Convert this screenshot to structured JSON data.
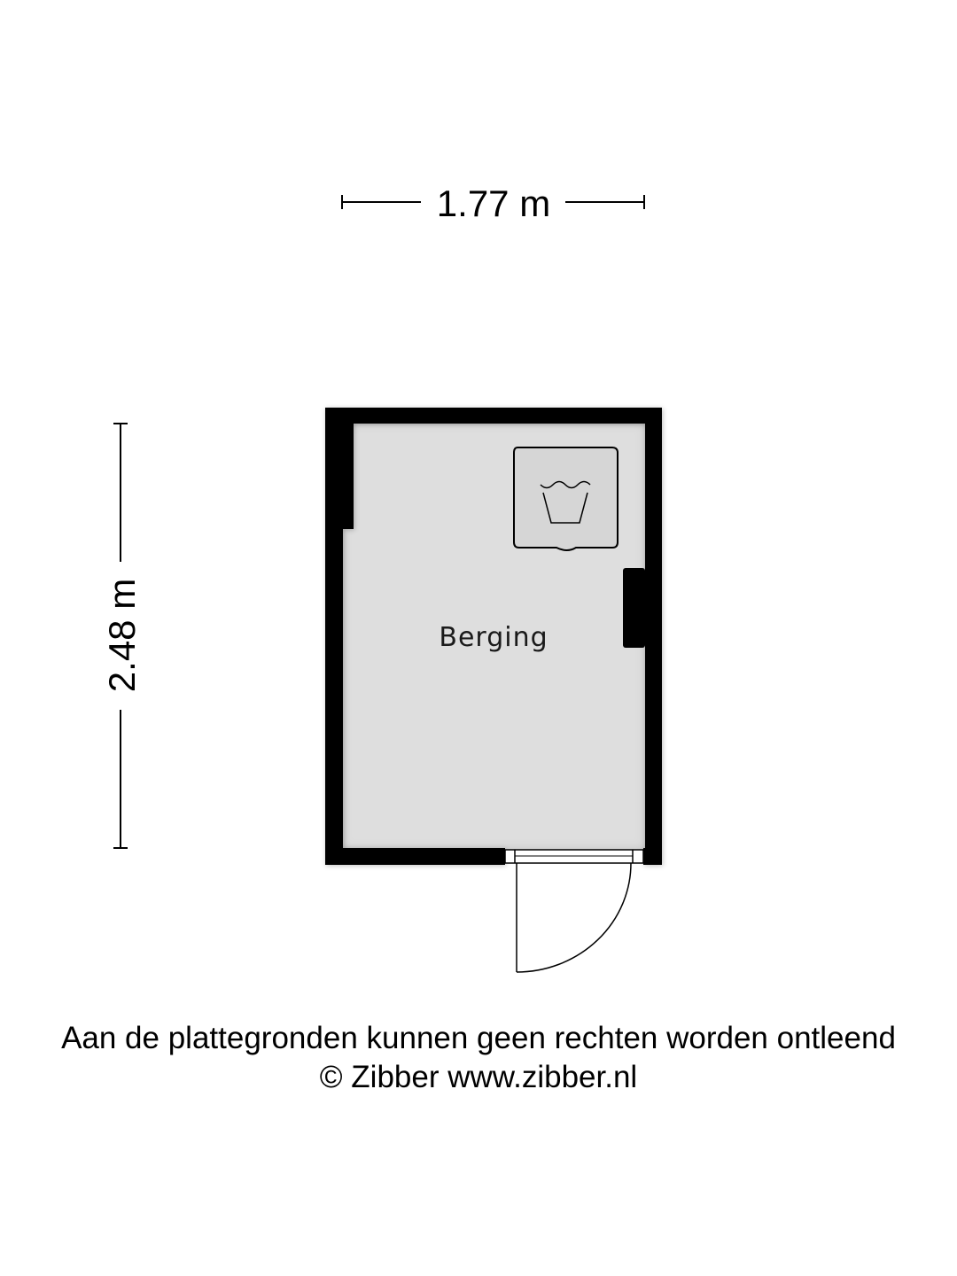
{
  "dimensions": {
    "width": "1.77 m",
    "height": "2.48 m"
  },
  "rooms": [
    {
      "label": "Berging"
    }
  ],
  "fixtures": [
    {
      "name": "washing-machine",
      "icon": "wash-tub-icon"
    },
    {
      "name": "wall-radiator",
      "icon": "radiator"
    },
    {
      "name": "door",
      "icon": "door-swing-arc"
    }
  ],
  "colors": {
    "wall": "#000000",
    "floor": "#dedede",
    "line": "#000000",
    "background": "#ffffff"
  },
  "footer": {
    "disclaimer": "Aan de plattegronden kunnen geen rechten worden ontleend",
    "copyright": "© Zibber www.zibber.nl"
  }
}
